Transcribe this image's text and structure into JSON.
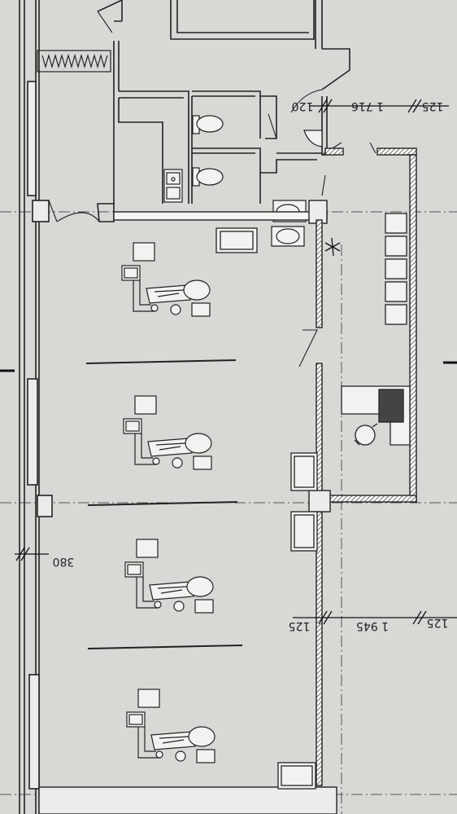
{
  "plan": {
    "background": "#d9d8d4",
    "ink": "#222222",
    "dimensions": {
      "top_left": "120",
      "top_mid": "1 716",
      "top_right": "125",
      "left_wall": "380",
      "bottom_left": "125",
      "bottom_mid": "1 945",
      "bottom_right": "125"
    },
    "symbols": {
      "dental_chairs": 4,
      "toilets": 2,
      "sinks": 2,
      "kitchen_sink": 1,
      "cabinets": 5,
      "desk_with_chair": 1
    }
  }
}
